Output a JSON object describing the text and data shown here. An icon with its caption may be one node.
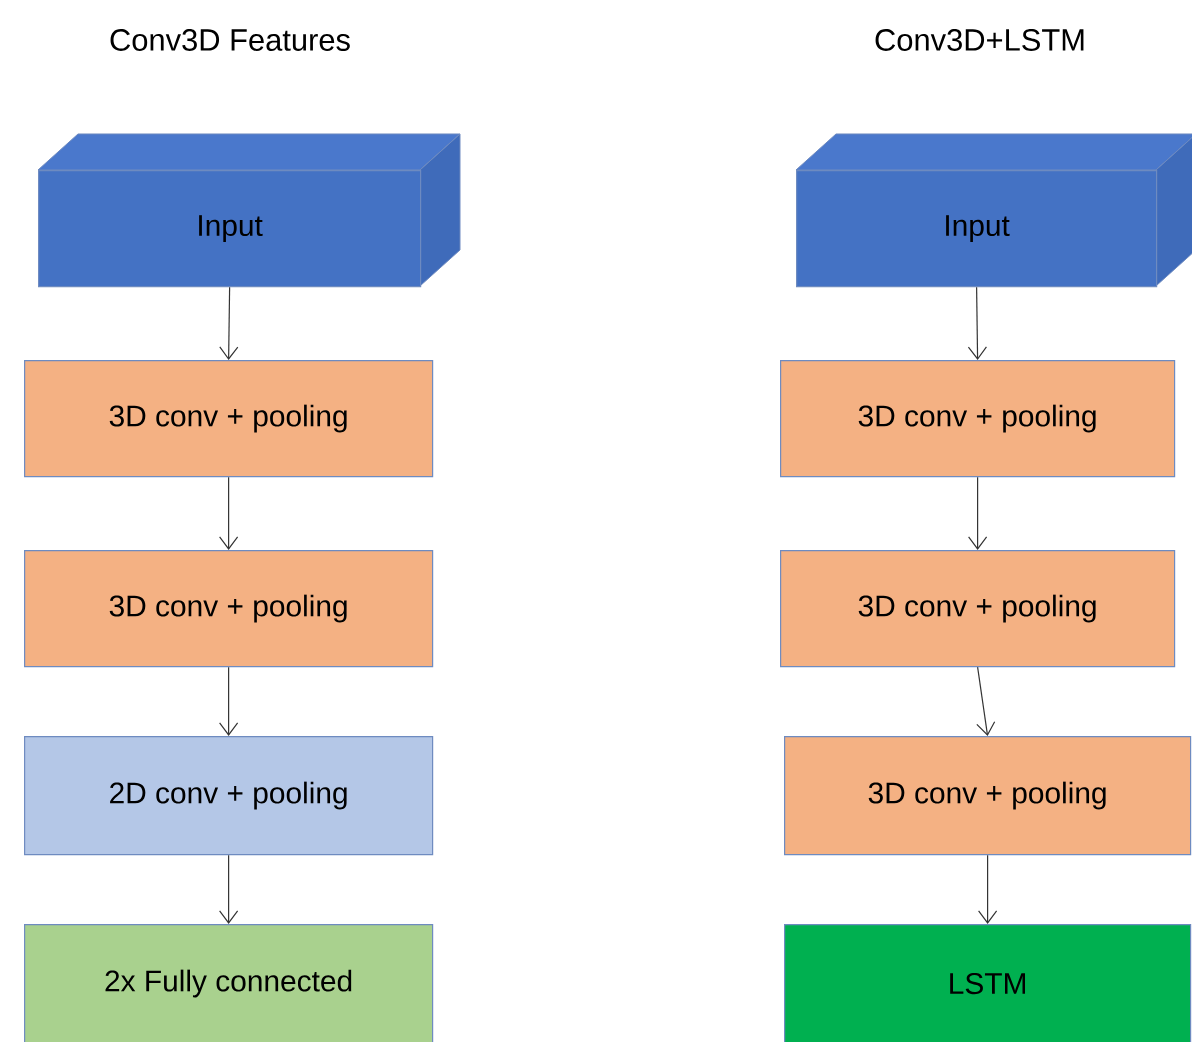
{
  "diagram": {
    "nodes": [
      {
        "text": [
          "Input"
        ]
      },
      {
        "text": [
          "3D conv + pooling"
        ]
      },
      {
        "text": [
          "3D conv + pooling"
        ]
      },
      {
        "text": [
          "2D conv + pooling"
        ]
      },
      {
        "text": [
          "2x Fully connected"
        ]
      },
      {
        "text": [
          "Input"
        ]
      },
      {
        "text": [
          "3D conv + pooling"
        ]
      },
      {
        "text": [
          "3D conv + pooling"
        ]
      },
      {
        "text": [
          "3D conv + pooling"
        ]
      },
      {
        "text": [
          "LSTM"
        ]
      }
    ],
    "edges": [
      {
        "from": 0,
        "to": 1,
        "arrow": "to"
      },
      {
        "from": 1,
        "to": 2,
        "arrow": "to"
      },
      {
        "from": 2,
        "to": 3,
        "arrow": "to"
      },
      {
        "from": 3,
        "to": 4,
        "arrow": "to"
      },
      {
        "from": 5,
        "to": 6,
        "arrow": "to"
      },
      {
        "from": 6,
        "to": 7,
        "arrow": "to"
      },
      {
        "from": 7,
        "to": 8,
        "arrow": "to"
      },
      {
        "from": 8,
        "to": 9,
        "arrow": "to"
      }
    ],
    "labels": [
      "Conv3D Features",
      "Conv3D+LSTM"
    ]
  }
}
